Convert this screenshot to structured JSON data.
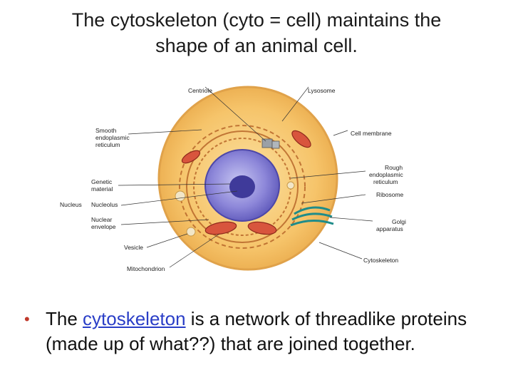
{
  "title": {
    "line1": "The cytoskeleton (cyto = cell) maintains the",
    "line2": "shape of an animal cell."
  },
  "figure": {
    "labels": {
      "centriole": "Centriole",
      "lysosome": "Lysosome",
      "smooth_er_1": "Smooth",
      "smooth_er_2": "endoplasmic",
      "smooth_er_3": "reticulum",
      "cell_membrane": "Cell membrane",
      "rough_er_1": "Rough",
      "rough_er_2": "endoplasmic",
      "rough_er_3": "reticulum",
      "genetic_material_1": "Genetic",
      "genetic_material_2": "material",
      "nucleus": "Nucleus",
      "nucleolus": "Nucleolus",
      "ribosome": "Ribosome",
      "nuclear_envelope_1": "Nuclear",
      "nuclear_envelope_2": "envelope",
      "golgi_1": "Golgi",
      "golgi_2": "apparatus",
      "vesicle": "Vesicle",
      "cytoskeleton": "Cytoskeleton",
      "mitochondrion": "Mitochondrion"
    }
  },
  "bullet": {
    "before_link": "The ",
    "link": "cytoskeleton",
    "after_link": " is a network of threadlike proteins (made up of what??) that are joined together."
  },
  "colors": {
    "bullet": "#c0392b",
    "link": "#2a3ec7"
  }
}
